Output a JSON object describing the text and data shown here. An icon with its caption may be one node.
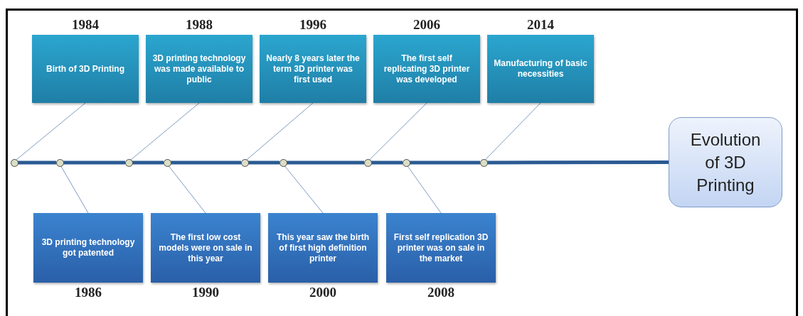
{
  "diagram": {
    "nodes": [
      {
        "text": [
          "1984",
          "Birth of 3D Printing"
        ]
      },
      {
        "text": [
          "1988",
          "3D printing technology was made available to public"
        ]
      },
      {
        "text": [
          "1996",
          "Nearly 8 years later the term 3D printer was first used"
        ]
      },
      {
        "text": [
          "2006",
          "The first self replicating 3D printer was developed"
        ]
      },
      {
        "text": [
          "2014",
          "Manufacturing of basic necessities"
        ]
      },
      {
        "text": [],
        "shape": "circle"
      },
      {
        "text": [],
        "shape": "circle"
      },
      {
        "text": [],
        "shape": "circle"
      },
      {
        "text": [],
        "shape": "circle"
      },
      {
        "text": [],
        "shape": "circle"
      },
      {
        "text": [],
        "shape": "circle"
      },
      {
        "text": [],
        "shape": "circle"
      },
      {
        "text": [],
        "shape": "circle"
      },
      {
        "text": [],
        "shape": "circle"
      },
      {
        "text": [
          "3D printing technology got patented",
          "1986"
        ]
      },
      {
        "text": [
          "The first low cost models were on sale in this year",
          "1990"
        ]
      },
      {
        "text": [
          "This year saw the birth of first high definition printer",
          "2000"
        ]
      },
      {
        "text": [
          "First self replication 3D printer was on sale in the market",
          "2008"
        ]
      },
      {
        "text": [
          "Evolution of 3D Printing"
        ]
      }
    ],
    "edges": [
      {
        "from": 0,
        "to": 5,
        "arrow": "none"
      },
      {
        "from": 14,
        "to": 6,
        "arrow": "none"
      },
      {
        "from": 1,
        "to": 7,
        "arrow": "none"
      },
      {
        "from": 15,
        "to": 8,
        "arrow": "none"
      },
      {
        "from": 2,
        "to": 9,
        "arrow": "none"
      },
      {
        "from": 16,
        "to": 10,
        "arrow": "none"
      },
      {
        "from": 3,
        "to": 11,
        "arrow": "none"
      },
      {
        "from": 17,
        "to": 12,
        "arrow": "none"
      },
      {
        "from": 4,
        "to": 13,
        "arrow": "none"
      },
      {
        "from": 5,
        "to": 6,
        "arrow": "none",
        "style": "thick",
        "color": "#2b5a93"
      },
      {
        "from": 6,
        "to": 7,
        "arrow": "none",
        "style": "thick",
        "color": "#2b5a93"
      },
      {
        "from": 7,
        "to": 8,
        "arrow": "none",
        "style": "thick",
        "color": "#2b5a93"
      },
      {
        "from": 8,
        "to": 9,
        "arrow": "none",
        "style": "thick",
        "color": "#2b5a93"
      },
      {
        "from": 9,
        "to": 10,
        "arrow": "none",
        "style": "thick",
        "color": "#2b5a93"
      },
      {
        "from": 10,
        "to": 11,
        "arrow": "none",
        "style": "thick",
        "color": "#2b5a93"
      },
      {
        "from": 11,
        "to": 12,
        "arrow": "none",
        "style": "thick",
        "color": "#2b5a93"
      },
      {
        "from": 12,
        "to": 13,
        "arrow": "none",
        "style": "thick",
        "color": "#2b5a93"
      },
      {
        "from": 13,
        "to": 18,
        "arrow": "none",
        "style": "thick",
        "color": "#2b5a93"
      }
    ]
  }
}
